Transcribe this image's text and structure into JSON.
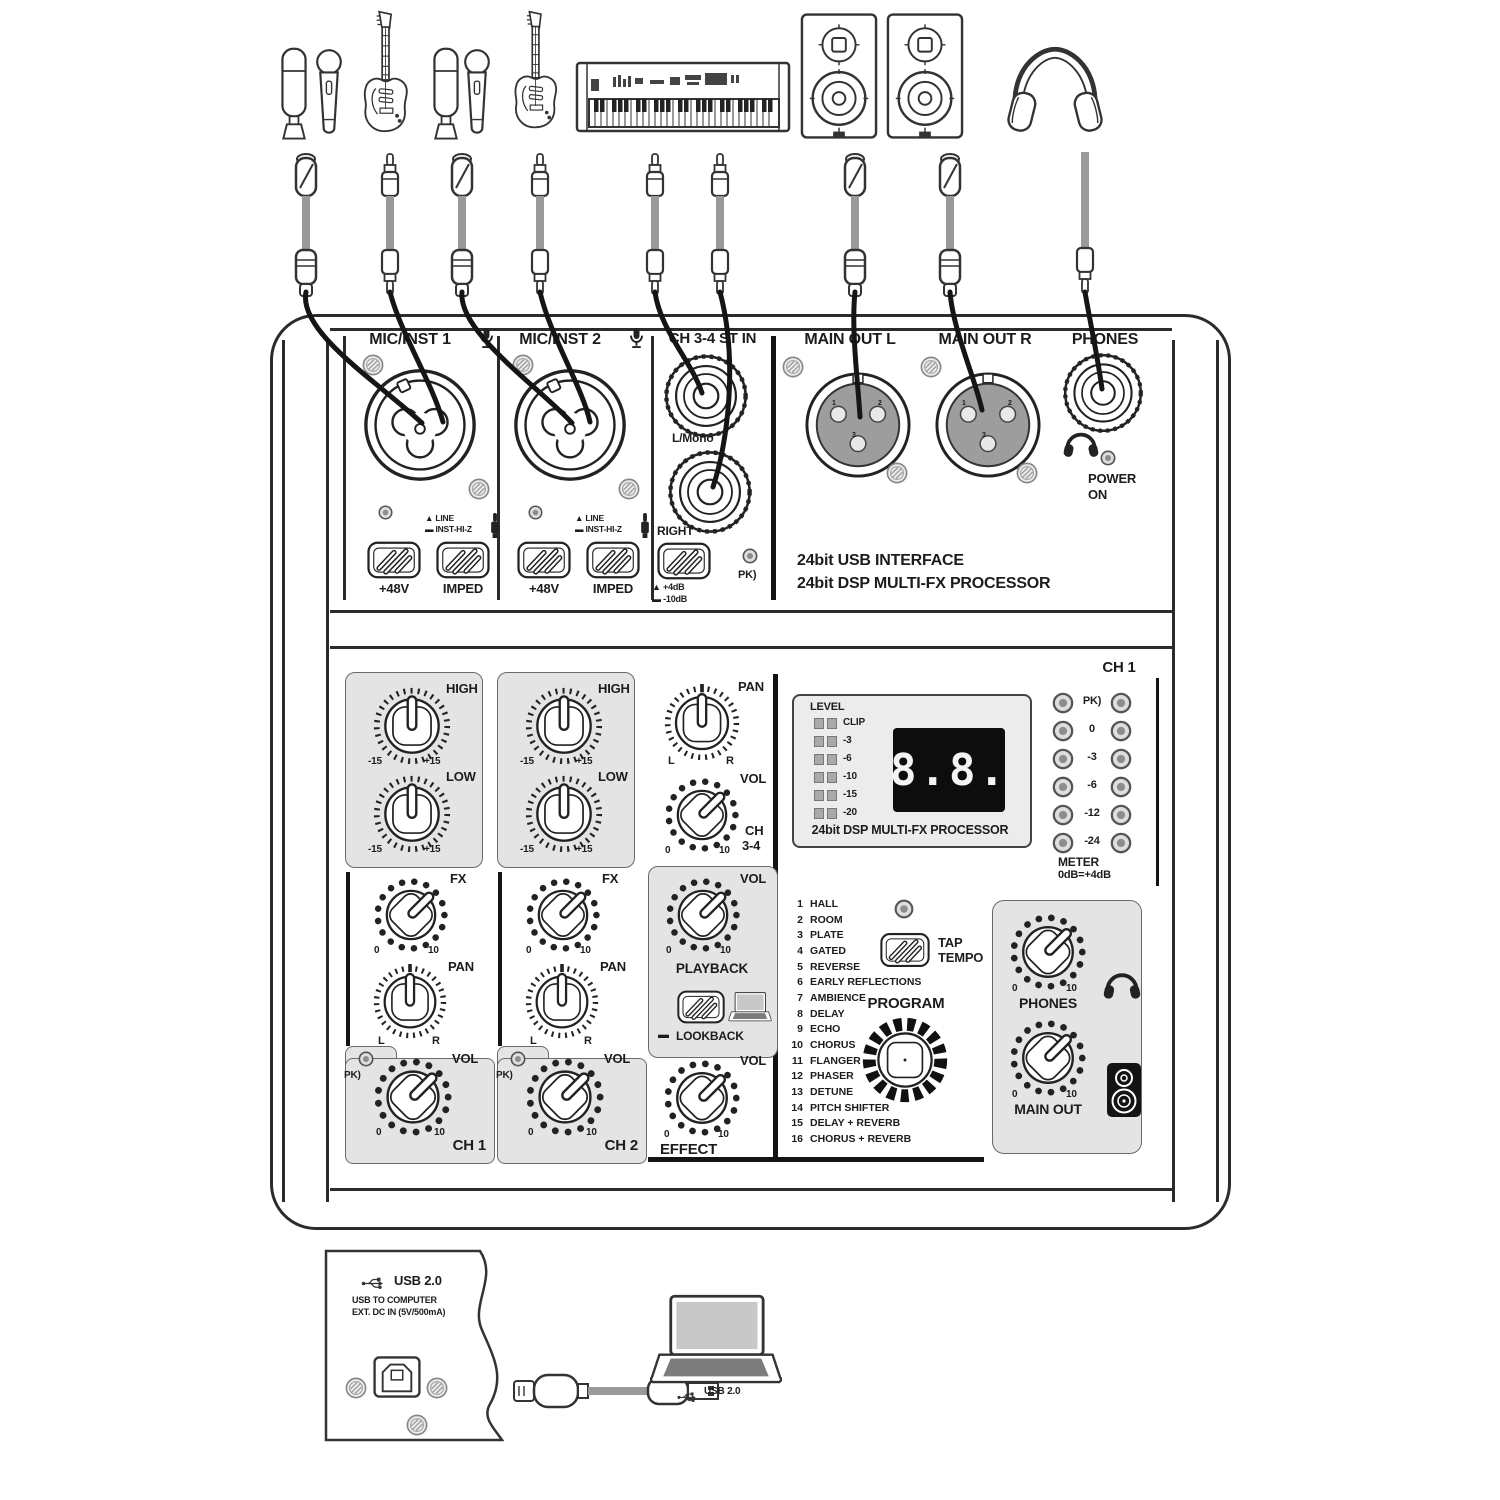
{
  "top_panel": {
    "ch1": "MIC/INST 1",
    "ch2": "MIC/INST 2",
    "ch34": "CH 3-4 ST IN",
    "l_mono": "L/Mono",
    "right": "RIGHT",
    "main_l": "MAIN OUT L",
    "main_r": "MAIN OUT R",
    "phones": "PHONES",
    "power1": "POWER",
    "power2": "ON",
    "feature1": "24bit USB INTERFACE",
    "feature2": "24bit DSP MULTI-FX PROCESSOR",
    "phantom": "+48V",
    "imped": "IMPED",
    "sw_line": "▲ LINE",
    "sw_inst": "▬ INST-HI-Z",
    "sw_plus4": "▲ +4dB",
    "sw_minus10": "▬ -10dB",
    "pk": "PK)",
    "pins": [
      "1",
      "2",
      "3"
    ]
  },
  "knobs": {
    "high": "HIGH",
    "low": "LOW",
    "pan": "PAN",
    "vol": "VOL",
    "fx": "FX",
    "eq_min": "-15",
    "eq_max": "+15",
    "min": "0",
    "max": "10",
    "l": "L",
    "r": "R",
    "ch": "CH",
    "ch34": "3-4",
    "ch1": "CH 1",
    "ch2": "CH 2",
    "playback": "PLAYBACK",
    "lookback_marker": "▬",
    "lookback": "LOOKBACK",
    "effect": "EFFECT",
    "tap1": "TAP",
    "tap2": "TEMPO",
    "program": "PROGRAM",
    "phones": "PHONES",
    "main_out": "MAIN OUT",
    "pk": "PK)"
  },
  "level_meter": {
    "title": "LEVEL",
    "rows": [
      "CLIP",
      "-3",
      "-6",
      "-10",
      "-15",
      "-20"
    ],
    "display": "8.8.",
    "caption": "24bit DSP MULTI-FX PROCESSOR"
  },
  "channel_meter": {
    "title": "CH 1",
    "rows": [
      "PK)",
      "0",
      "-3",
      "-6",
      "-12",
      "-24"
    ],
    "meter1": "METER",
    "meter2": "0dB=+4dB"
  },
  "effects": {
    "items": [
      {
        "n": "1",
        "name": "HALL"
      },
      {
        "n": "2",
        "name": "ROOM"
      },
      {
        "n": "3",
        "name": "PLATE"
      },
      {
        "n": "4",
        "name": "GATED"
      },
      {
        "n": "5",
        "name": "REVERSE"
      },
      {
        "n": "6",
        "name": "EARLY REFLECTIONS"
      },
      {
        "n": "7",
        "name": "AMBIENCE"
      },
      {
        "n": "8",
        "name": "DELAY"
      },
      {
        "n": "9",
        "name": "ECHO"
      },
      {
        "n": "10",
        "name": "CHORUS"
      },
      {
        "n": "11",
        "name": "FLANGER"
      },
      {
        "n": "12",
        "name": "PHASER"
      },
      {
        "n": "13",
        "name": "DETUNE"
      },
      {
        "n": "14",
        "name": "PITCH SHIFTER"
      },
      {
        "n": "15",
        "name": "DELAY + REVERB"
      },
      {
        "n": "16",
        "name": "CHORUS + REVERB"
      }
    ]
  },
  "rear": {
    "usb": "USB 2.0",
    "to_computer": "USB TO COMPUTER",
    "dc_in": "EXT. DC IN (5V/500mA)",
    "laptop_usb": "USB 2.0"
  },
  "colors": {
    "line": "#2b2b2b",
    "panel_gray": "#e4e4e4",
    "xlr_face": "#9d9d9d",
    "display_bg": "#0d0d0d"
  }
}
